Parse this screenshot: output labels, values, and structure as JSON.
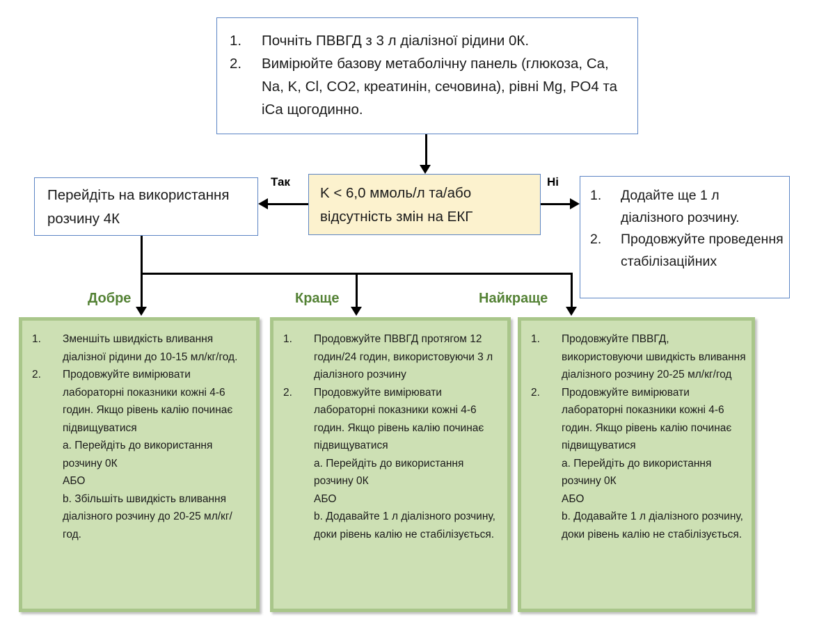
{
  "diagram": {
    "title": "CVVHD potassium management algorithm",
    "colors": {
      "blue_border": "#5B84C4",
      "yellow_fill": "#FCF2CE",
      "green_fill": "#CDE0B4",
      "green_border": "#A9C68A",
      "green_label_text": "#548235",
      "connector": "#000000"
    }
  },
  "top_box": {
    "items": [
      {
        "num": "1.",
        "text": "Почніть ПВВГД з 3 л діалізної рідини 0К."
      },
      {
        "num": "2.",
        "text": "Вимірюйте базову метаболічну панель (глюкоза, Ca, Na, K, Cl, CO2, креатинін, сечовина), рівні Mg, PO4 та iCa щогодинно."
      }
    ]
  },
  "decision_box": {
    "text": "K < 6,0 ммоль/л та/або відсутність змін на ЕКГ"
  },
  "edges": {
    "yes_label": "Так",
    "no_label": "Ні"
  },
  "left_box": {
    "text": "Перейдіть на використання розчину 4К"
  },
  "right_box": {
    "items": [
      {
        "num": "1.",
        "text": "Додайте ще 1 л діалізного розчину."
      },
      {
        "num": "2.",
        "text": "Продовжуйте проведення стабілізаційних"
      }
    ]
  },
  "branch_labels": {
    "good": "Добре",
    "better": "Краще",
    "best": "Найкраще"
  },
  "green_boxes": [
    {
      "name": "good",
      "items": [
        {
          "num": "1.",
          "text": "Зменшіть швидкість вливання діалізної рідини до 10-15 мл/кг/год."
        },
        {
          "num": "2.",
          "text": "Продовжуйте вимірювати лабораторні показники кожні 4-6 годин. Якщо рівень калію починає підвищуватися"
        }
      ],
      "sublines": [
        "a. Перейдіть до використання розчину 0К",
        "АБО",
        "b. Збільшіть швидкість вливання діалізного розчину до 20-25 мл/кг/год."
      ]
    },
    {
      "name": "better",
      "items": [
        {
          "num": "1.",
          "text": "Продовжуйте ПВВГД протягом 12 годин/24 годин, використовуючи 3 л діалізного розчину"
        },
        {
          "num": "2.",
          "text": "Продовжуйте вимірювати лабораторні показники кожні 4-6 годин. Якщо рівень калію починає підвищуватися"
        }
      ],
      "sublines": [
        "a. Перейдіть до використання розчину 0К",
        "АБО",
        "b. Додавайте 1 л діалізного розчину, доки рівень калію не стабілізується."
      ]
    },
    {
      "name": "best",
      "items": [
        {
          "num": "1.",
          "text": "Продовжуйте ПВВГД, використовуючи швидкість вливання діалізного розчину 20-25 мл/кг/год"
        },
        {
          "num": "2.",
          "text": "Продовжуйте вимірювати лабораторні показники кожні 4-6 годин. Якщо рівень калію починає підвищуватися"
        }
      ],
      "sublines": [
        "a. Перейдіть до використання розчину 0К",
        "АБО",
        "b. Додавайте 1 л діалізного розчину, доки рівень калію не стабілізується."
      ]
    }
  ]
}
